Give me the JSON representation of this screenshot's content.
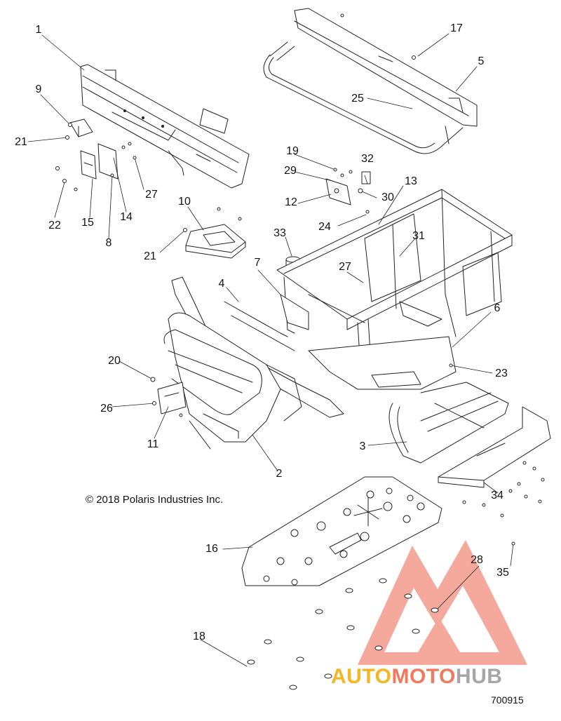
{
  "diagram": {
    "copyright": "© 2018 Polaris Industries Inc.",
    "diagram_id": "700915",
    "callouts": [
      {
        "id": "c1",
        "label": "1"
      },
      {
        "id": "c2",
        "label": "2"
      },
      {
        "id": "c3",
        "label": "3"
      },
      {
        "id": "c4",
        "label": "4"
      },
      {
        "id": "c5",
        "label": "5"
      },
      {
        "id": "c6",
        "label": "6"
      },
      {
        "id": "c7",
        "label": "7"
      },
      {
        "id": "c8",
        "label": "8"
      },
      {
        "id": "c9",
        "label": "9"
      },
      {
        "id": "c10",
        "label": "10"
      },
      {
        "id": "c11",
        "label": "11"
      },
      {
        "id": "c12",
        "label": "12"
      },
      {
        "id": "c13",
        "label": "13"
      },
      {
        "id": "c14",
        "label": "14"
      },
      {
        "id": "c15",
        "label": "15"
      },
      {
        "id": "c16",
        "label": "16"
      },
      {
        "id": "c17",
        "label": "17"
      },
      {
        "id": "c18",
        "label": "18"
      },
      {
        "id": "c19",
        "label": "19"
      },
      {
        "id": "c20",
        "label": "20"
      },
      {
        "id": "c21a",
        "label": "21"
      },
      {
        "id": "c21b",
        "label": "21"
      },
      {
        "id": "c22",
        "label": "22"
      },
      {
        "id": "c23",
        "label": "23"
      },
      {
        "id": "c24",
        "label": "24"
      },
      {
        "id": "c25",
        "label": "25"
      },
      {
        "id": "c26",
        "label": "26"
      },
      {
        "id": "c27a",
        "label": "27"
      },
      {
        "id": "c27b",
        "label": "27"
      },
      {
        "id": "c28",
        "label": "28"
      },
      {
        "id": "c29",
        "label": "29"
      },
      {
        "id": "c30",
        "label": "30"
      },
      {
        "id": "c31",
        "label": "31"
      },
      {
        "id": "c32",
        "label": "32"
      },
      {
        "id": "c33",
        "label": "33"
      },
      {
        "id": "c34",
        "label": "34"
      },
      {
        "id": "c35",
        "label": "35"
      }
    ]
  },
  "watermark": {
    "part1": "AUTO",
    "part2": "MOTO",
    "part3": "HUB",
    "color_auto": "#f5b623",
    "color_moto": "#f07a5e",
    "color_hub": "#a6a6a6",
    "logo_color": "#f28b7c"
  }
}
